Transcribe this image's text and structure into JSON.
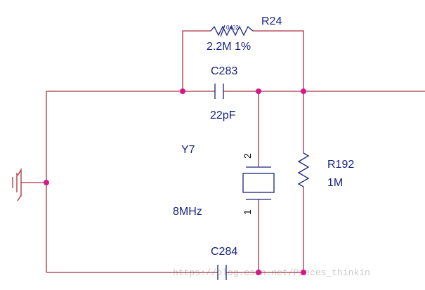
{
  "colors": {
    "wire": "#a8323c",
    "component": "#1a237e",
    "junction": "#d6168c",
    "text": "#1a237e"
  },
  "components": {
    "r24": {
      "ref": "R24",
      "value": "2.2M 1%",
      "package": "0402",
      "type": "variable-resistor"
    },
    "c283": {
      "ref": "C283",
      "value": "22pF",
      "type": "capacitor"
    },
    "y7": {
      "ref": "Y7",
      "value": "8MHz",
      "type": "crystal",
      "pin_top": "2",
      "pin_bottom": "1"
    },
    "r192": {
      "ref": "R192",
      "value": "1M",
      "type": "resistor"
    },
    "c284": {
      "ref": "C284",
      "type": "capacitor"
    }
  },
  "ground": {
    "icon": "chassis-ground-icon"
  },
  "watermark": {
    "text": "https://blog.csdn.net/Pieces_thinkin"
  }
}
